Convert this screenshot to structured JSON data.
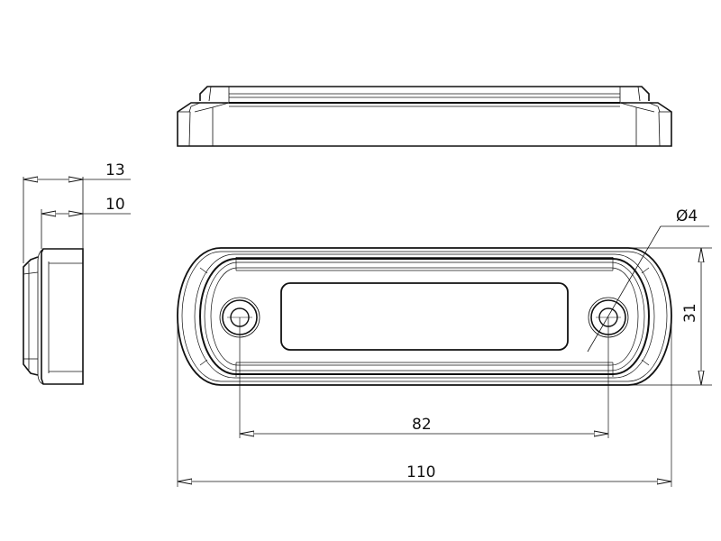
{
  "drawing": {
    "title": "Lamp housing technical drawing",
    "views": [
      "top-view",
      "side-view",
      "front-view"
    ],
    "colors": {
      "line": "#111111",
      "background": "#ffffff"
    }
  },
  "dimensions": {
    "depth_total": "13",
    "depth_body": "10",
    "hole_diameter": "Ø4",
    "height": "31",
    "hole_spacing": "82",
    "overall_length": "110"
  }
}
